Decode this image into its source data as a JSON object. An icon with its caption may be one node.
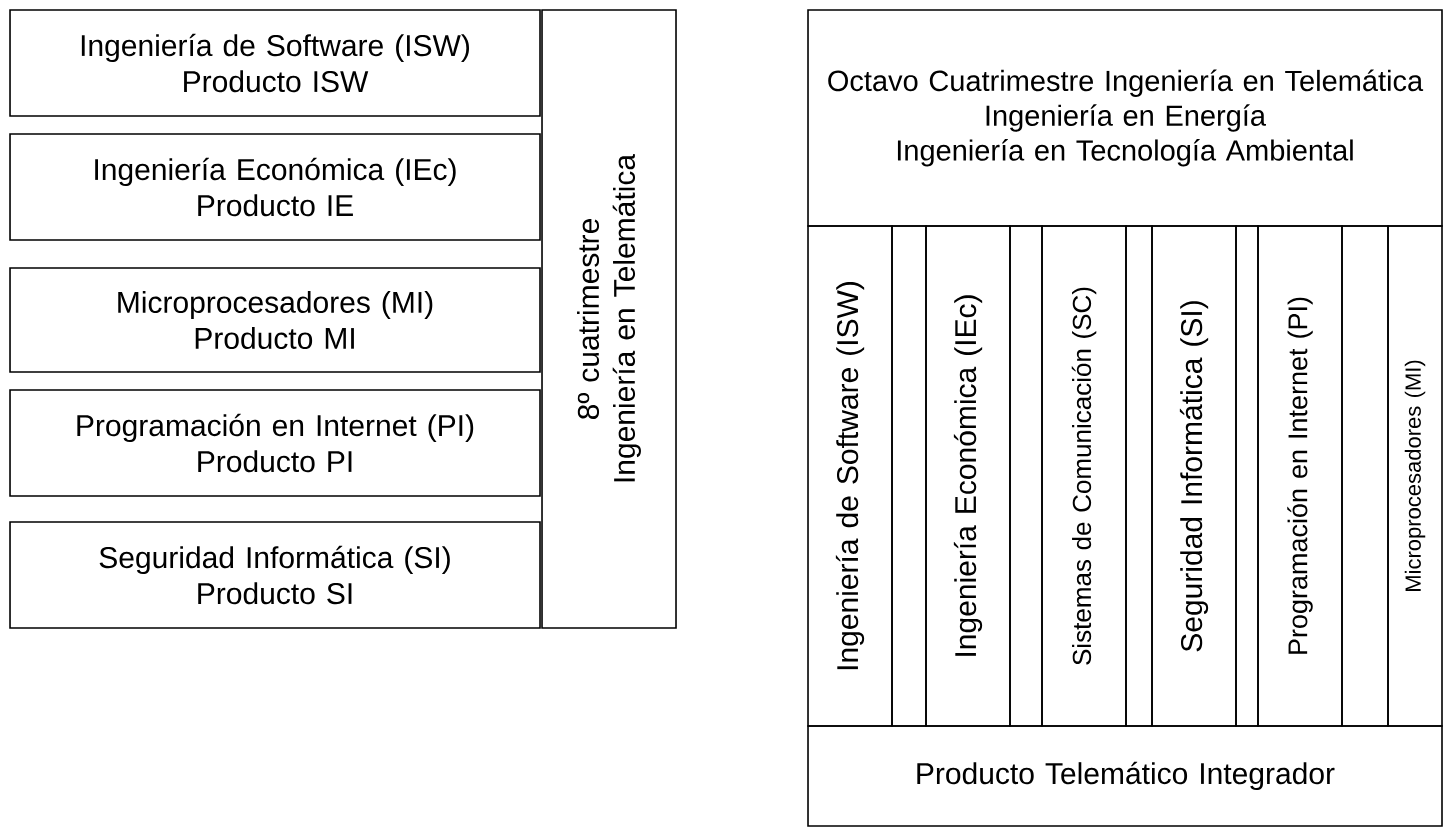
{
  "diagram": {
    "nodes": [
      {
        "text": [
          "Ingeniería de Software (ISW)",
          "Producto ISW"
        ]
      },
      {
        "text": [
          "Ingeniería Económica (IEc)",
          "Producto IE"
        ]
      },
      {
        "text": [
          "Microprocesadores (MI)",
          "Producto MI"
        ]
      },
      {
        "text": [
          "Programación en Internet (PI)",
          "Producto PI"
        ]
      },
      {
        "text": [
          "Seguridad Informática (SI)",
          "Producto SI"
        ]
      },
      {
        "text": [
          "8º cuatrimestre",
          "Ingeniería en Telemática"
        ]
      },
      {
        "text": [
          "Octavo Cuatrimestre Ingeniería en Telemática",
          "Ingeniería en Energía",
          "Ingeniería en Tecnología Ambiental"
        ]
      },
      {
        "text": [
          "Ingeniería de Software (ISW)"
        ]
      },
      {
        "text": [],
        "shape": "box"
      },
      {
        "text": [
          "Ingeniería Económica (IEc)"
        ]
      },
      {
        "text": [],
        "shape": "box"
      },
      {
        "text": [
          "Sistemas de Comunicación (SC)"
        ]
      },
      {
        "text": [],
        "shape": "box"
      },
      {
        "text": [
          "Seguridad Informática (SI)"
        ]
      },
      {
        "text": [],
        "shape": "box"
      },
      {
        "text": [
          "Programación en Internet (PI)"
        ]
      },
      {
        "text": [],
        "shape": "box"
      },
      {
        "text": [
          "Microprocesadores (MI)"
        ]
      },
      {
        "text": [
          "Producto Telemático Integrador"
        ]
      }
    ]
  }
}
